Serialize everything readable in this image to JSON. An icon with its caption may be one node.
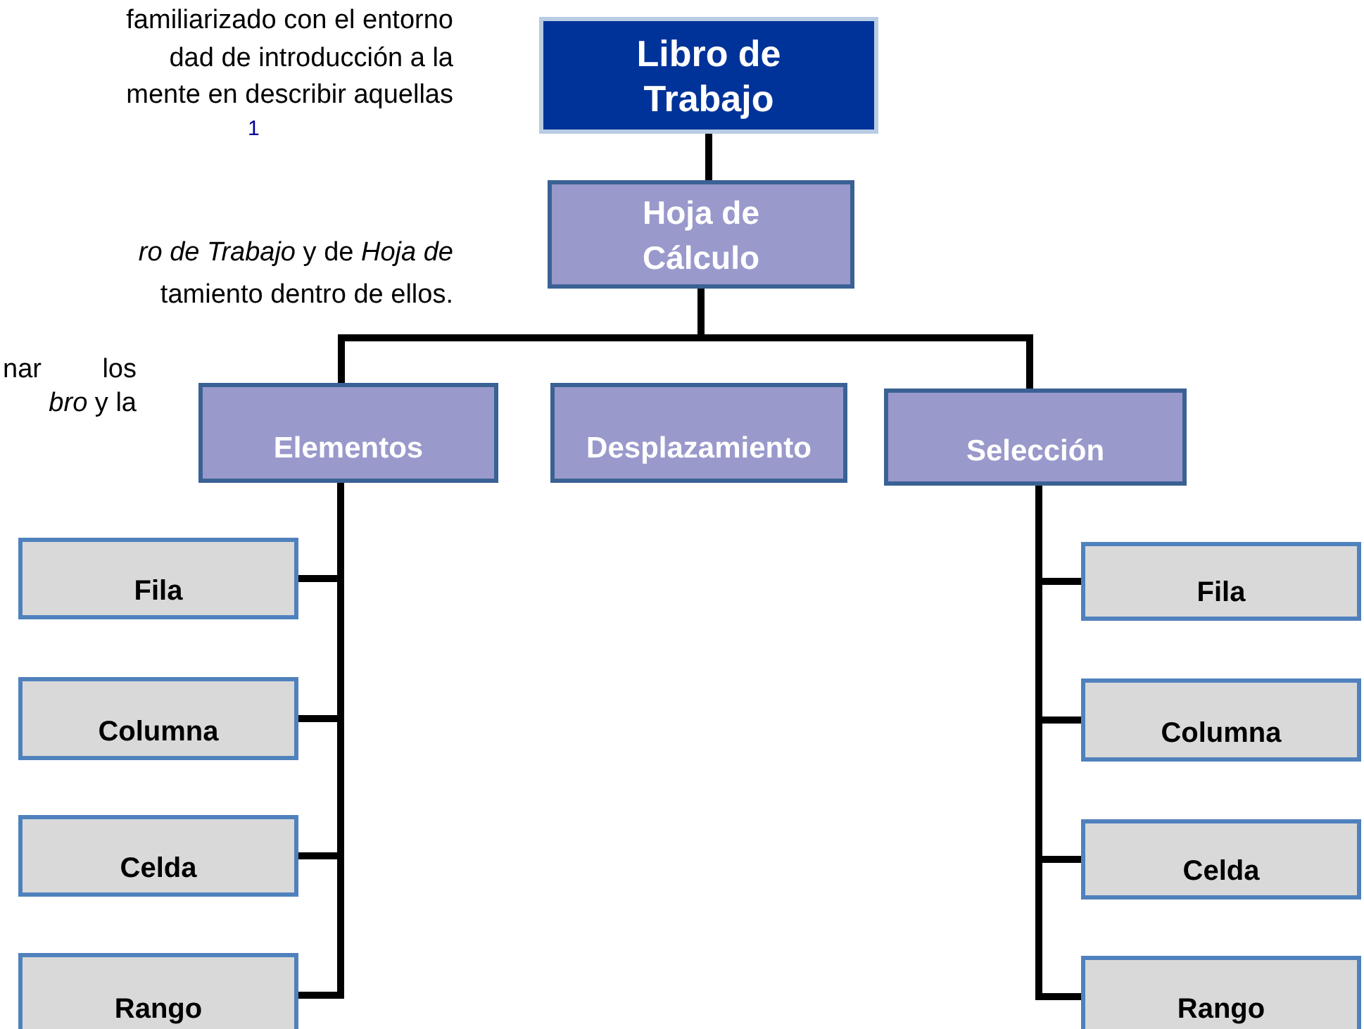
{
  "diagram": {
    "nodes": [
      {
        "text": [
          "Libro de Trabajo"
        ]
      },
      {
        "text": [
          "Hoja de Cálculo"
        ]
      },
      {
        "text": [
          "Elementos"
        ]
      },
      {
        "text": [
          "Desplazamiento"
        ]
      },
      {
        "text": [
          "Selección"
        ]
      },
      {
        "text": [
          "Fila"
        ]
      },
      {
        "text": [
          "Columna"
        ]
      },
      {
        "text": [
          "Celda"
        ]
      },
      {
        "text": [
          "Rango"
        ]
      },
      {
        "text": [
          "Fila"
        ]
      },
      {
        "text": [
          "Columna"
        ]
      },
      {
        "text": [
          "Celda"
        ]
      },
      {
        "text": [
          "Rango"
        ]
      }
    ],
    "edges": [
      {
        "from": 0,
        "to": 1,
        "arrow": "none"
      },
      {
        "from": 1,
        "to": 2,
        "arrow": "none"
      },
      {
        "from": 1,
        "to": 4,
        "arrow": "none"
      },
      {
        "from": 2,
        "to": 5,
        "arrow": "none"
      },
      {
        "from": 2,
        "to": 6,
        "arrow": "none"
      },
      {
        "from": 2,
        "to": 7,
        "arrow": "none"
      },
      {
        "from": 2,
        "to": 8,
        "arrow": "none"
      },
      {
        "from": 4,
        "to": 9,
        "arrow": "none"
      },
      {
        "from": 4,
        "to": 10,
        "arrow": "none"
      },
      {
        "from": 4,
        "to": 11,
        "arrow": "none"
      },
      {
        "from": 4,
        "to": 12,
        "arrow": "none"
      }
    ],
    "labels": [
      "familiarizado con el entorno",
      "dad de introducción a la",
      "mente en describir aquellas",
      "1",
      "*ro de Trabajo* y de *Hoja de*",
      "tamiento dentro de ellos.",
      "nar los",
      "*bro* y la"
    ]
  }
}
